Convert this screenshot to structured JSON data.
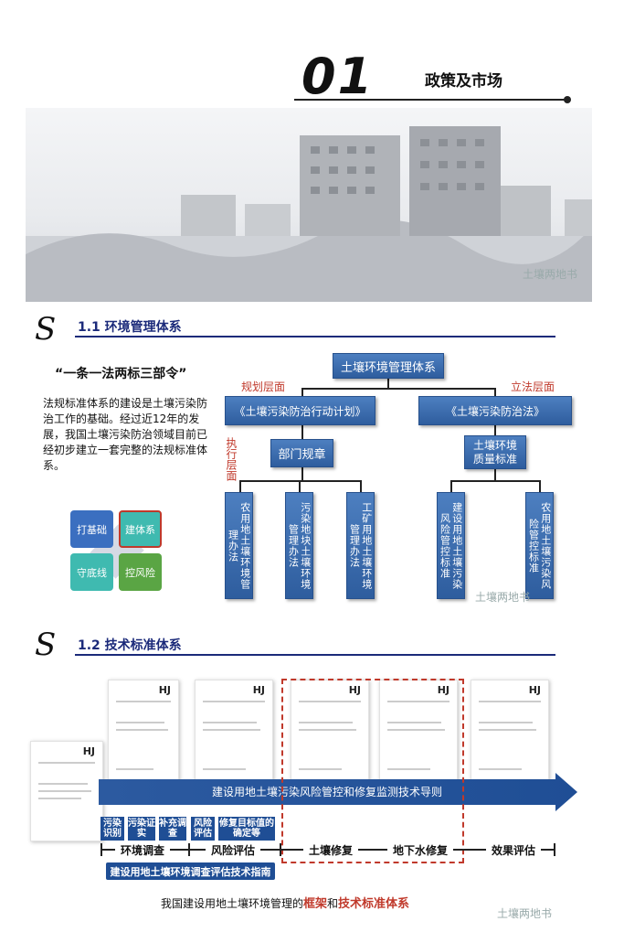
{
  "header": {
    "chapter_number": "01",
    "chapter_title": "政策及市场"
  },
  "watermark": "土壤两地书",
  "section1": {
    "title": "1.1 环境管理体系",
    "quote": "“一条一法两标三部令”",
    "paragraph": "法规标准体系的建设是土壤污染防治工作的基础。经过近12年的发展，我国土壤污染防治领域目前已经初步建立一套完整的法规标准体系。",
    "quad": [
      "打基础",
      "建体系",
      "守底线",
      "控风险"
    ],
    "org": {
      "root": "土壤环境管理体系",
      "label_plan": "规划层面",
      "label_law": "立法层面",
      "label_exec": "执行层面",
      "plan": "《土壤污染防治行动计划》",
      "law": "《土壤污染防治法》",
      "dept": "部门规章",
      "quality": "土壤环境质量标准",
      "leaves_left": [
        "农用地土壤环境管理办法",
        "污染地块土壤环境管理办法",
        "工矿用地土壤环境管理办法"
      ],
      "leaves_right": [
        "建设用地土壤污染风险管控标准",
        "农用地土壤污染风险管控标准"
      ]
    }
  },
  "section2": {
    "title": "1.2 技术标准体系",
    "doc_mark": "HJ",
    "arrow_text": "建设用地土壤污染风险管控和修复监测技术导则",
    "steps": [
      "污染识别",
      "污染证实",
      "补充调查",
      "风险评估",
      "修复目标值的确定等"
    ],
    "phases": [
      "环境调查",
      "风险评估",
      "土壤修复",
      "地下水修复",
      "效果评估"
    ],
    "guide": "建设用地土壤环境调查评估技术指南",
    "caption_a": "我国建设用地土壤环境管理的",
    "caption_b": "框架",
    "caption_c": "和",
    "caption_d": "技术标准体系"
  },
  "colors": {
    "accent": "#1b2a7a",
    "box_blue": "#2e5d9e",
    "red": "#c0392b",
    "quad_blue": "#3b6fc0",
    "quad_teal": "#3fbab0",
    "quad_green": "#5aa544"
  }
}
